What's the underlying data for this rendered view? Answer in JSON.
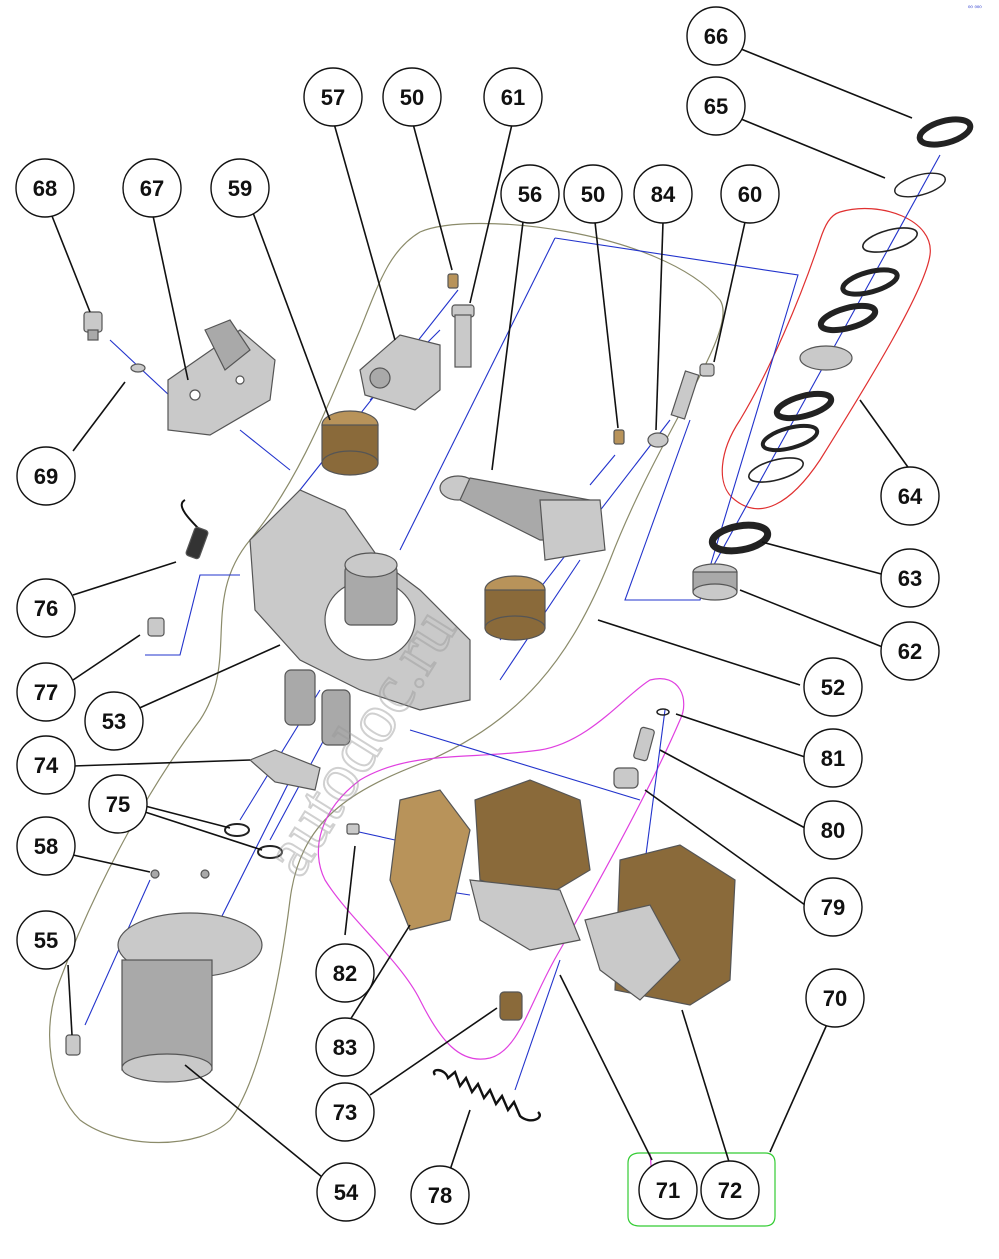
{
  "callouts": [
    "66",
    "65",
    "57",
    "50",
    "61",
    "68",
    "67",
    "59",
    "56",
    "50",
    "84",
    "60",
    "64",
    "69",
    "76",
    "63",
    "62",
    "77",
    "52",
    "53",
    "81",
    "74",
    "80",
    "75",
    "58",
    "79",
    "82",
    "55",
    "70",
    "83",
    "73",
    "54",
    "78",
    "71",
    "72"
  ],
  "watermark": "autodoc.ru",
  "corner_mark": "⁰⁰ ⁰⁰⁰",
  "colors": {
    "leader": "#111111",
    "assembly_flow": "#2233cc",
    "group_52": "#8b8b6a",
    "group_64": "#e03030",
    "group_70": "#33cc33",
    "group_71": "#e040e0"
  }
}
